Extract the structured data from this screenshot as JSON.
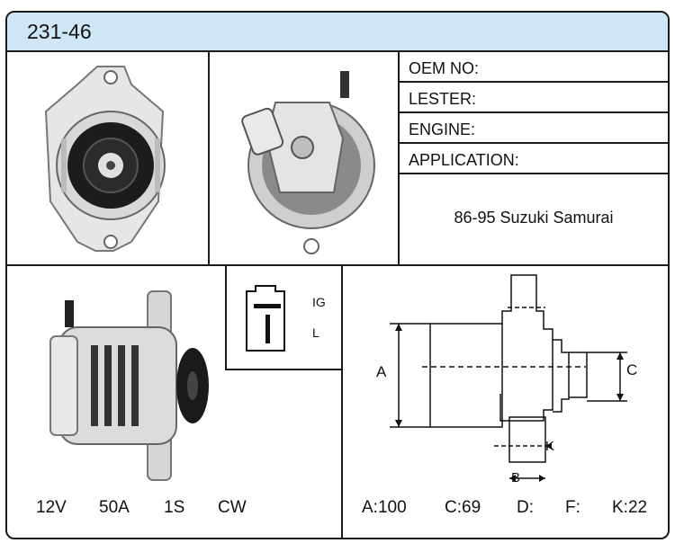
{
  "header": {
    "title": "231-46",
    "bg": "#cfe6f7"
  },
  "fields": [
    {
      "label": "OEM NO:",
      "value": ""
    },
    {
      "label": "LESTER:",
      "value": ""
    },
    {
      "label": "ENGINE:",
      "value": ""
    },
    {
      "label": "APPLICATION:",
      "value": ""
    }
  ],
  "application_value": "86-95 Suzuki Samurai",
  "plug": {
    "ig": "IG",
    "l": "L"
  },
  "diagram": {
    "a": "A",
    "b": "B",
    "c": "C",
    "k": "K"
  },
  "specs_left": [
    "12V",
    "50A",
    "1S",
    "CW"
  ],
  "specs_right": [
    "A:100",
    "C:69",
    "D:",
    "F:",
    "K:22"
  ]
}
